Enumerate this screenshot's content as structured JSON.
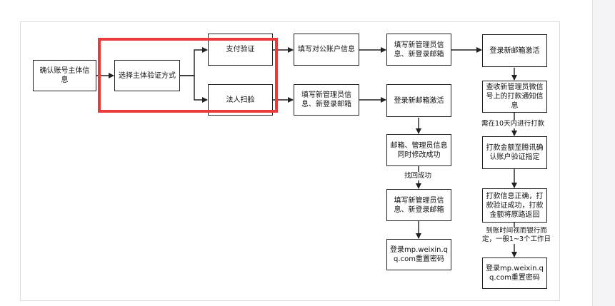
{
  "flowchart": {
    "nodes": {
      "confirm_account": "确认账号主体信息",
      "choose_method": "选择主体验证方式",
      "payment_verify": "支付验证",
      "legal_face_scan": "法人扫脸",
      "fill_public_account": "填写对公账户信息",
      "fill_admin_info_top": "填写新管理员信息、新登录邮箱",
      "fill_admin_info_mid": "填写新管理员信息、新登录邮箱",
      "login_new_email_top": "登录新邮箱激活",
      "login_new_email_mid": "登录新邮箱激活",
      "check_wechat_notice": "查收新管理员微信号上的打款通知信息",
      "transfer_amount": "打款金额至腾讯确认账户验证指定",
      "transfer_correct": "打款信息正确，打款验证成功，打款金额将原路返回",
      "login_mp_right": "登录mp.weixin.qq.com重置密码",
      "email_admin_changed": "邮箱、管理员信息同时修改成功",
      "fill_admin_info_low": "填写新管理员信息、新登录邮箱",
      "login_mp_left": "登录mp.weixin.qq.com重置密码"
    },
    "edge_labels": {
      "within_10_days": "需在10天内进行打款",
      "recovered": "找回成功",
      "arrival_time": "到账时间视而银行而定，一般1~3个工作日"
    },
    "colors": {
      "highlight": "#ea3a3a",
      "stroke": "#222222"
    }
  }
}
